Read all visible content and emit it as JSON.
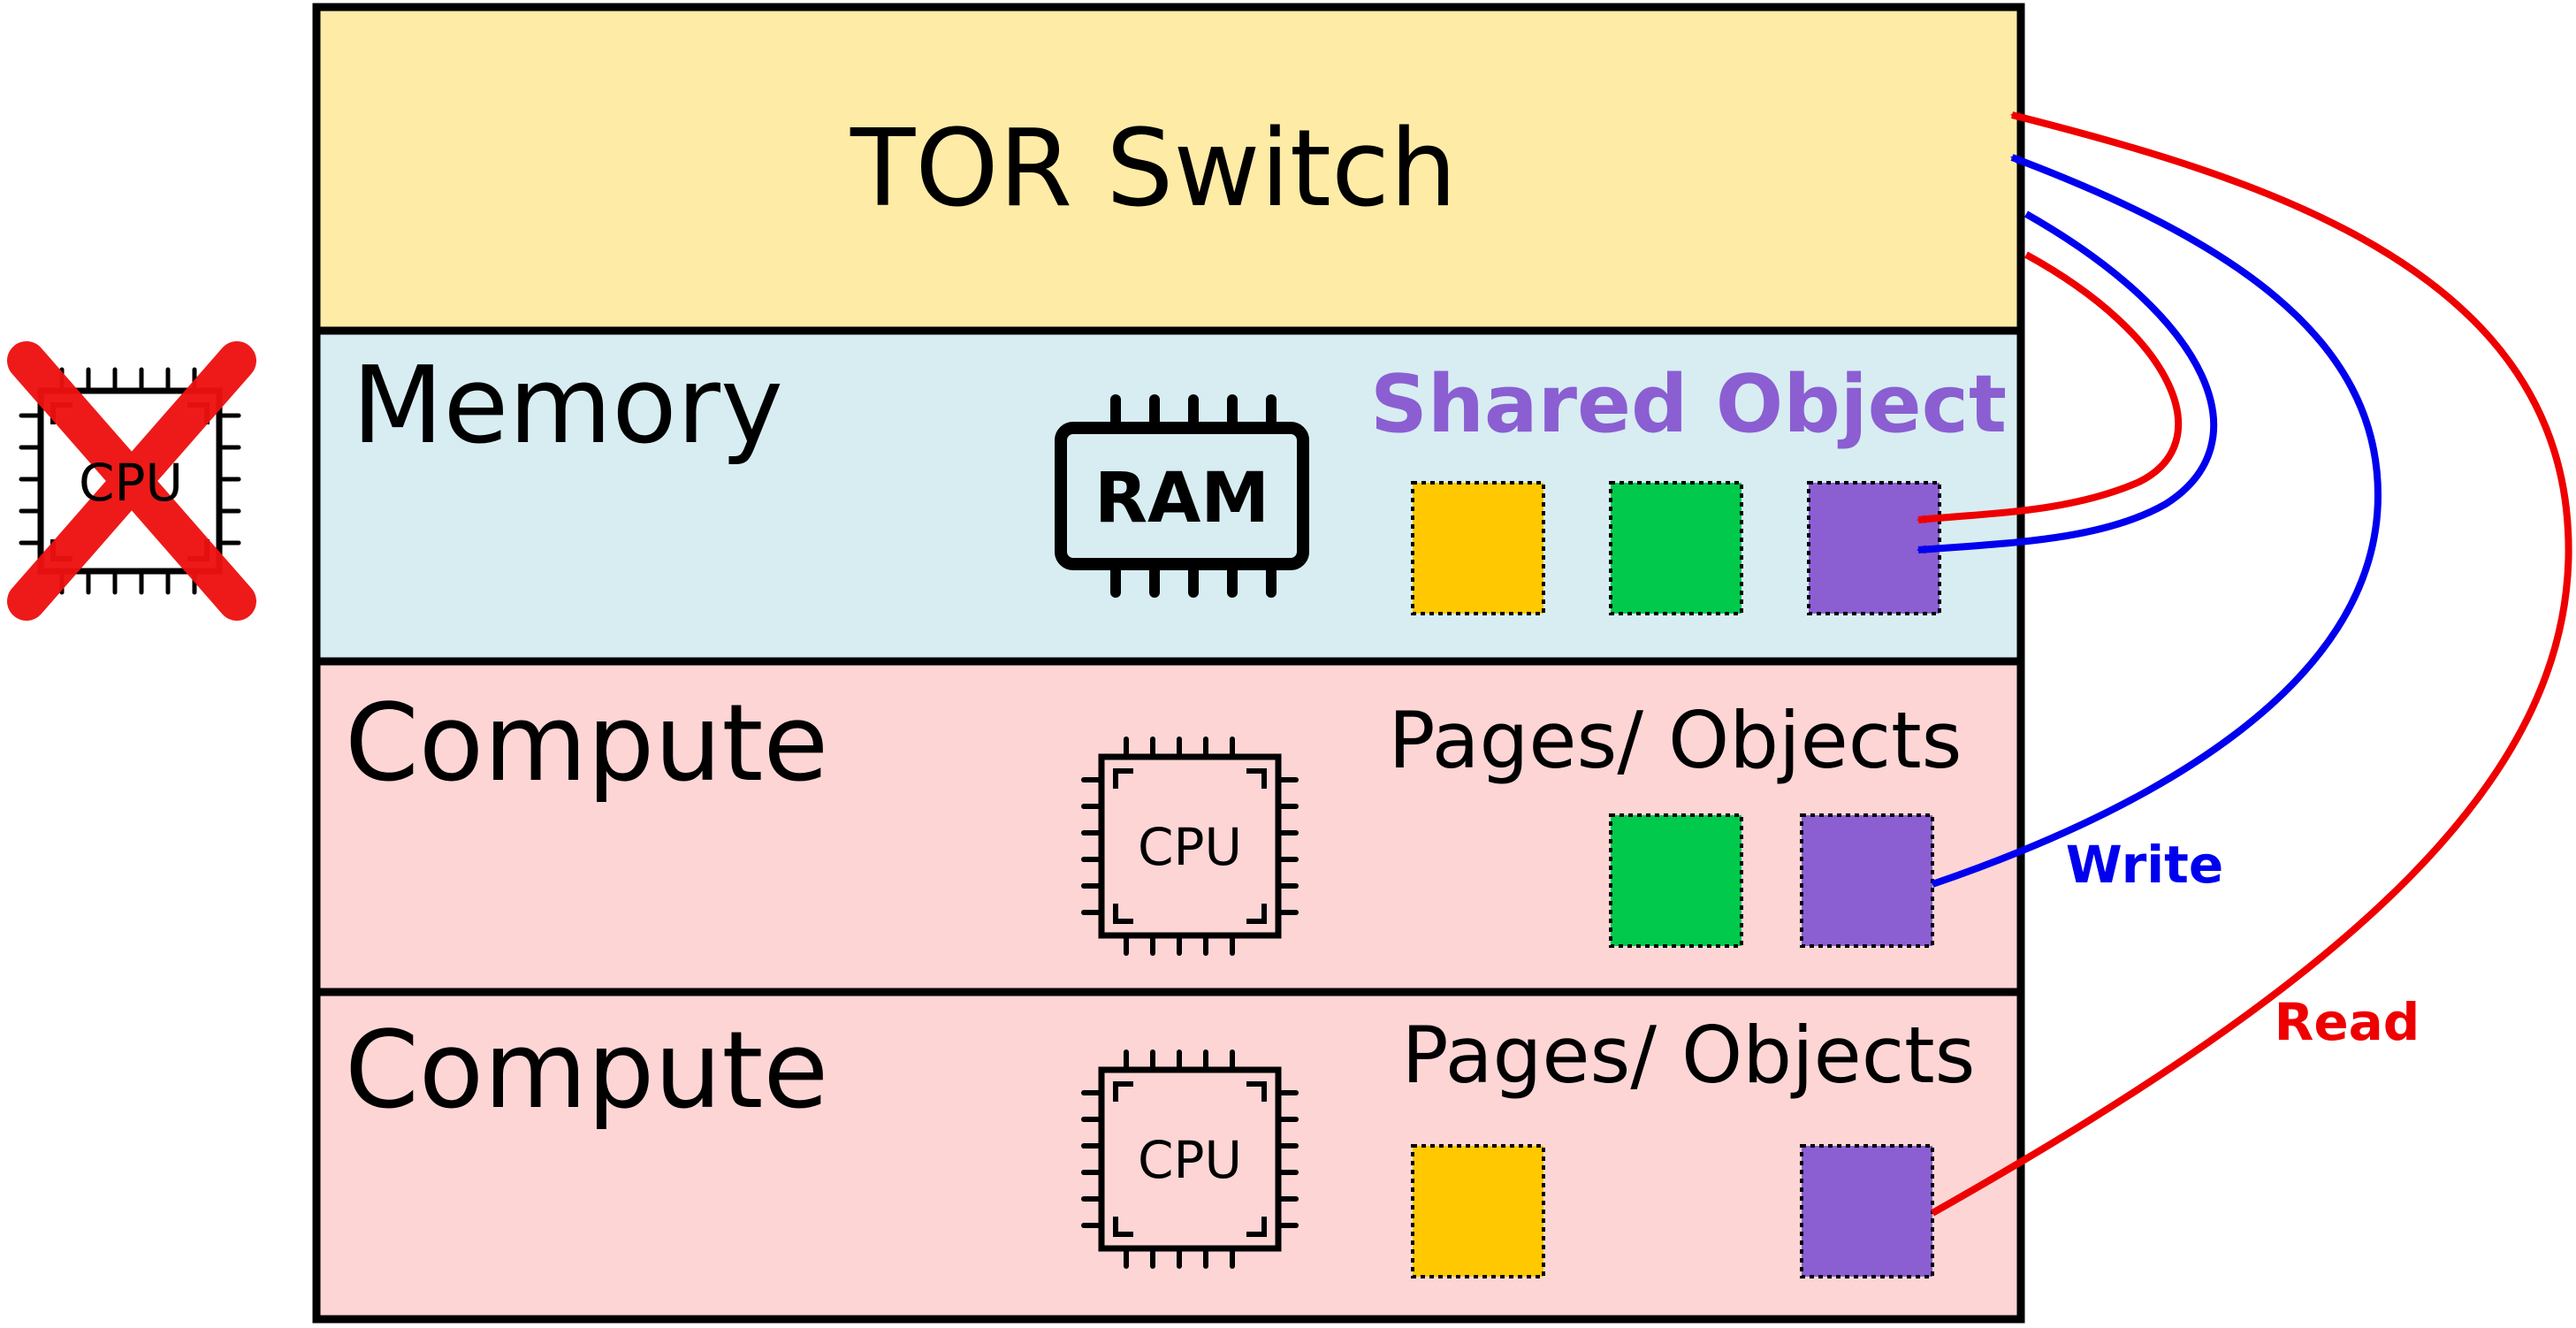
{
  "tor": {
    "label": "TOR Switch"
  },
  "memory": {
    "label": "Memory",
    "ram_label": "RAM",
    "shared_label": "Shared Object"
  },
  "compute1": {
    "label": "Compute",
    "cpu_label": "CPU",
    "objects_label": "Pages/ Objects"
  },
  "compute2": {
    "label": "Compute",
    "cpu_label": "CPU",
    "objects_label": "Pages/ Objects"
  },
  "failed_cpu": {
    "label": "CPU"
  },
  "arrows": {
    "write_label": "Write",
    "read_label": "Read"
  },
  "colors": {
    "tor_bg": "#fdeba6",
    "memory_bg": "#d7edf2",
    "compute_bg": "#fdd5d5",
    "object_yellow": "#ffc800",
    "object_green": "#00c94c",
    "object_purple": "#8b5ed2",
    "shared_text": "#8b5ed2",
    "write": "#0000ee",
    "read": "#ee0000",
    "cross": "#ee1111"
  }
}
